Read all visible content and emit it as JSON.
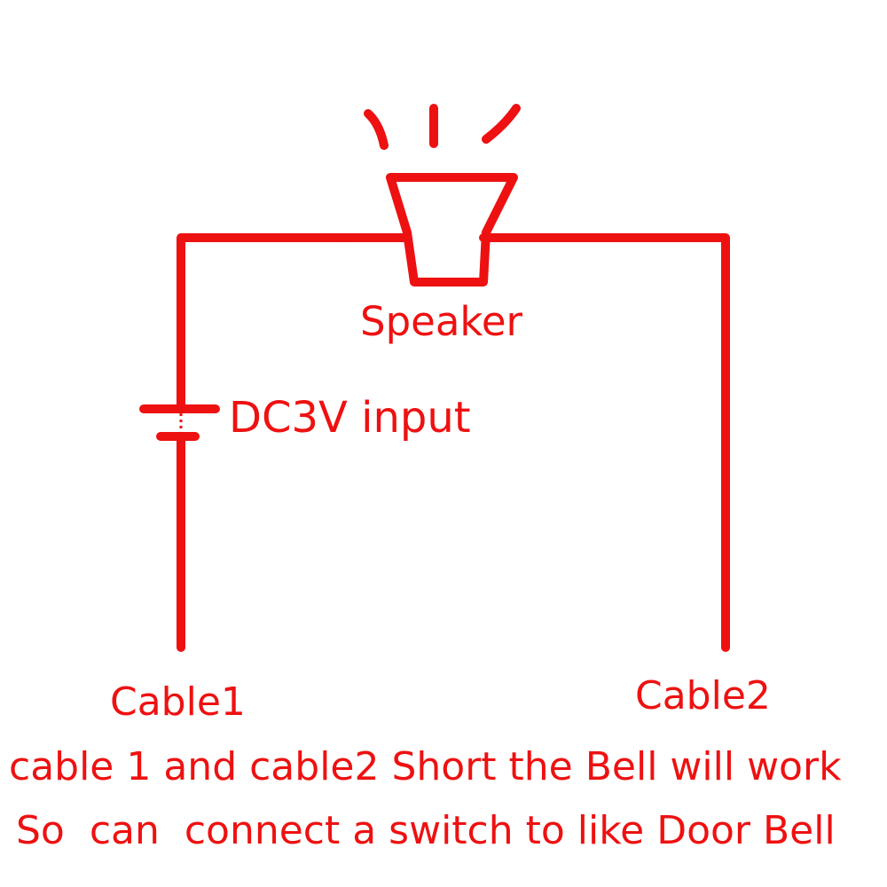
{
  "colors": {
    "ink": "#ee1111",
    "background": "#ffffff"
  },
  "diagram": {
    "speaker_label": "Speaker",
    "battery_label": "DC3V input",
    "cable1_label": "Cable1",
    "cable2_label": "Cable2"
  },
  "note": {
    "line1": "cable 1 and cable2 Short the Bell will work",
    "line2": "So  can  connect a switch to like Door Bell"
  }
}
